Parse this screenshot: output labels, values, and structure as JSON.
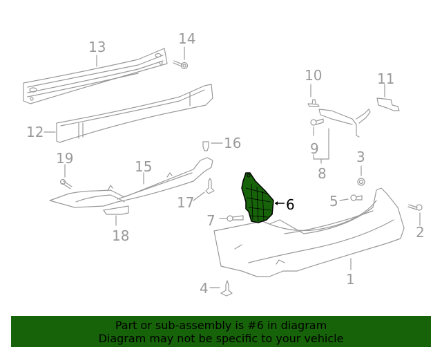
{
  "diagram": {
    "highlighted_part": "6",
    "highlight_color": "#176309",
    "line_color": "#999999",
    "callouts": [
      {
        "id": "1",
        "label": "1"
      },
      {
        "id": "2",
        "label": "2"
      },
      {
        "id": "3",
        "label": "3"
      },
      {
        "id": "4",
        "label": "4"
      },
      {
        "id": "5",
        "label": "5"
      },
      {
        "id": "6",
        "label": "6"
      },
      {
        "id": "7",
        "label": "7"
      },
      {
        "id": "8",
        "label": "8"
      },
      {
        "id": "9",
        "label": "9"
      },
      {
        "id": "10",
        "label": "10"
      },
      {
        "id": "11",
        "label": "11"
      },
      {
        "id": "12",
        "label": "12"
      },
      {
        "id": "13",
        "label": "13"
      },
      {
        "id": "14",
        "label": "14"
      },
      {
        "id": "15",
        "label": "15"
      },
      {
        "id": "16",
        "label": "16"
      },
      {
        "id": "17",
        "label": "17"
      },
      {
        "id": "18",
        "label": "18"
      },
      {
        "id": "19",
        "label": "19"
      }
    ]
  },
  "banner": {
    "line1": "Part or sub-assembly is #6 in diagram",
    "line2": "Diagram may not be specific to your vehicle",
    "background": "#176309"
  }
}
